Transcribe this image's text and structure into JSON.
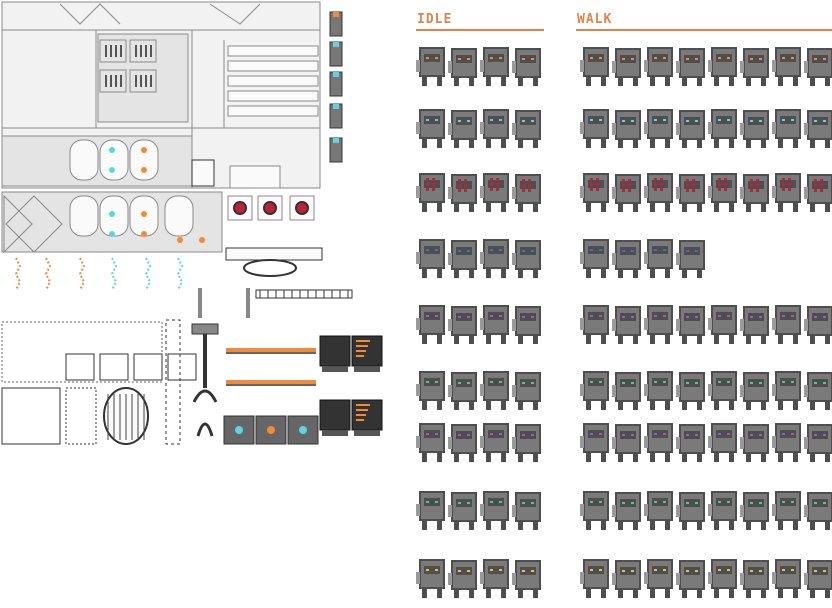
{
  "labels": {
    "idle": "IDLE",
    "walk": "WALK"
  },
  "colors": {
    "accent": "#e0844a",
    "tile_line": "#8a8a8a",
    "tile_fill": "#e4e4e4",
    "robot_body": "#7a7a7a",
    "robot_dark": "#4e4e4e",
    "robot_light": "#9a9a9a",
    "eye_cyan": "#5fd3e6",
    "eye_orange": "#f08a3c",
    "eye_red": "#c0203a",
    "eye_purple": "#9a5ac8",
    "eye_green": "#3fd08a",
    "eye_yellow": "#e8c23a",
    "eye_blue": "#4a6ac8",
    "screen": "#333333"
  },
  "robot_rows": [
    {
      "variant": "tall-orange",
      "eye": "eye_orange",
      "idle_frames": 4,
      "walk_frames": 8
    },
    {
      "variant": "wide-cyan",
      "eye": "eye_cyan",
      "idle_frames": 4,
      "walk_frames": 8
    },
    {
      "variant": "grid-red",
      "eye": "eye_red",
      "idle_frames": 4,
      "walk_frames": 8
    },
    {
      "variant": "round-blue",
      "eye": "eye_blue",
      "idle_frames": 4,
      "walk_frames": 4
    },
    {
      "variant": "square-purple",
      "eye": "eye_purple",
      "idle_frames": 4,
      "walk_frames": 8
    },
    {
      "variant": "small-green",
      "eye": "eye_green",
      "idle_frames": 4,
      "walk_frames": 8
    },
    {
      "variant": "tall-purple",
      "eye": "eye_purple",
      "idle_frames": 4,
      "walk_frames": 8
    },
    {
      "variant": "cat-green",
      "eye": "eye_green",
      "idle_frames": 4,
      "walk_frames": 8
    },
    {
      "variant": "yellow-eye",
      "eye": "eye_yellow",
      "idle_frames": 4,
      "walk_frames": 8
    }
  ]
}
